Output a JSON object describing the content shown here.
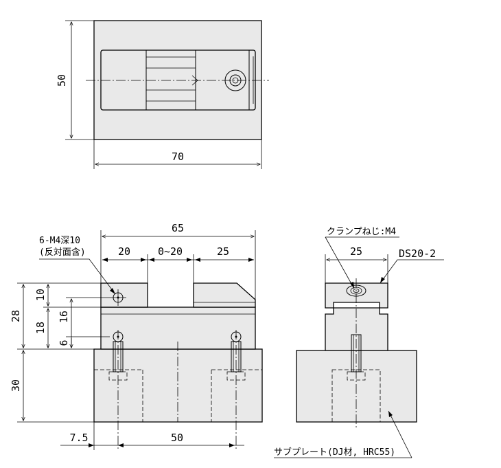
{
  "top_view": {
    "height_dim": "50",
    "width_dim": "70"
  },
  "front_view": {
    "overall_width_dim": "65",
    "left_jaw_dim": "20",
    "stroke_dim": "0~20",
    "right_jaw_dim": "25",
    "tapped_hole_note_line1": "6-M4深10",
    "tapped_hole_note_line2": "(反対面含)",
    "height_28": "28",
    "height_10": "10",
    "height_18": "18",
    "height_16": "16",
    "height_6": "6",
    "height_30": "30",
    "offset_7_5": "7.5",
    "pitch_50": "50"
  },
  "side_view": {
    "clamp_screw_note": "クランプねじ:M4",
    "width_dim": "25",
    "model_label": "DS20-2",
    "sub_plate_note": "サブプレート(DJ材, HRC55)"
  },
  "colors": {
    "part_fill": "#e9e9e9",
    "line": "#000000",
    "background": "#ffffff"
  }
}
